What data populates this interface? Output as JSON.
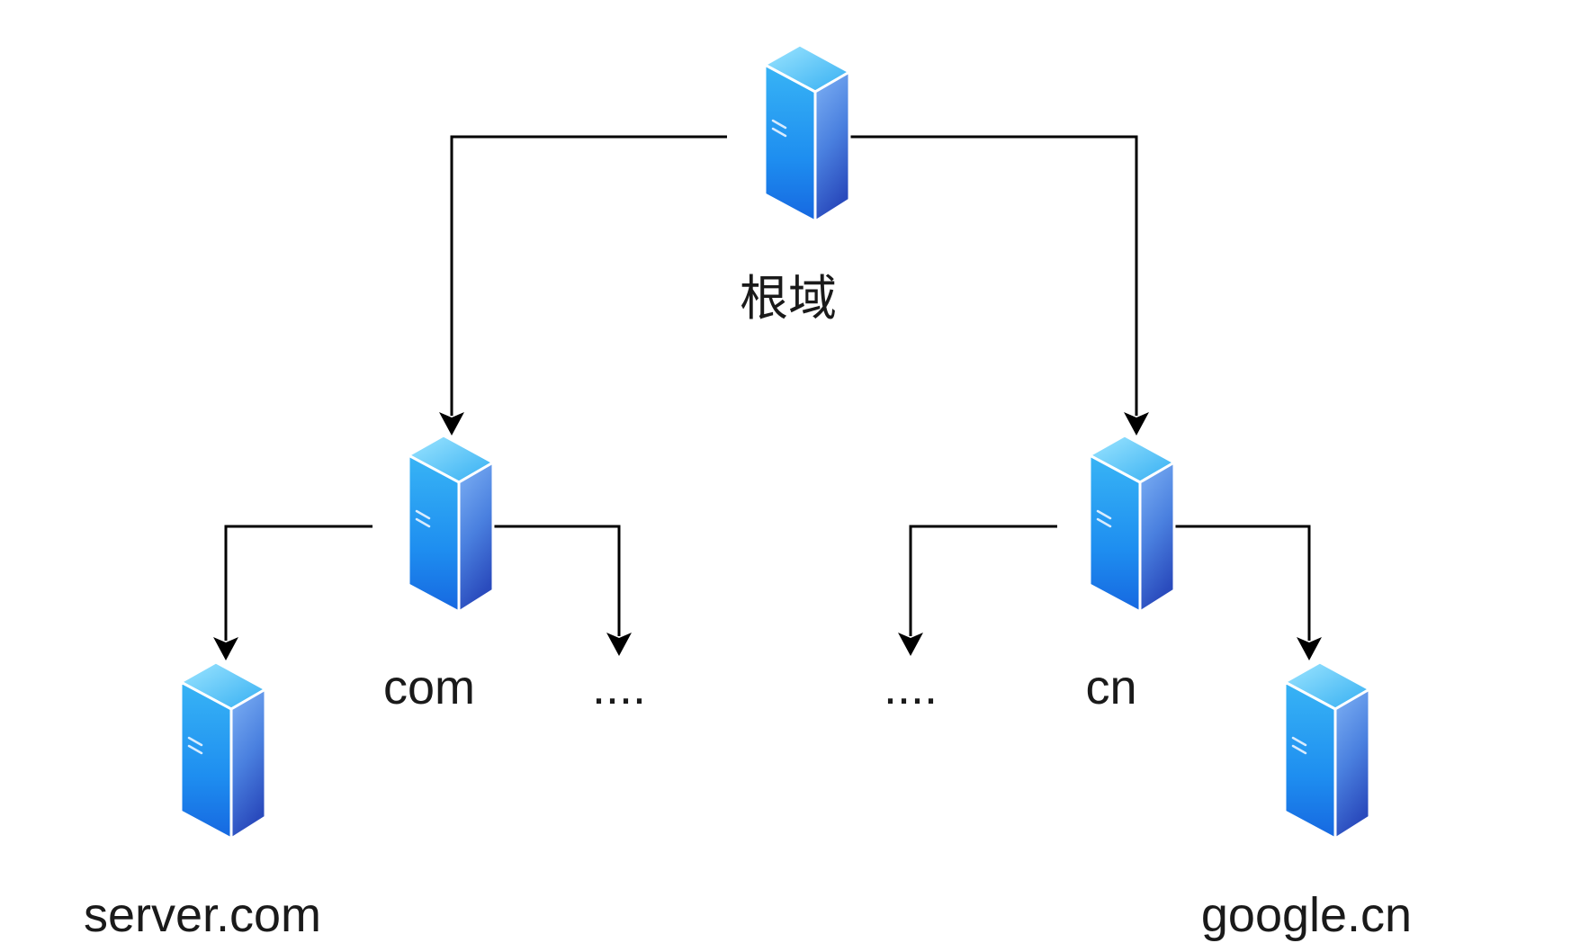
{
  "diagram": {
    "nodes": [
      {
        "id": "root",
        "label": "根域",
        "icon": "server-icon"
      },
      {
        "id": "com",
        "label": "com",
        "icon": "server-icon"
      },
      {
        "id": "cn",
        "label": "cn",
        "icon": "server-icon"
      },
      {
        "id": "com-more",
        "label": "...."
      },
      {
        "id": "cn-more",
        "label": "...."
      },
      {
        "id": "server-com",
        "label": "server.com",
        "icon": "server-icon"
      },
      {
        "id": "google-cn",
        "label": "google.cn",
        "icon": "server-icon"
      }
    ],
    "edges": [
      {
        "from": "root",
        "to": "com"
      },
      {
        "from": "root",
        "to": "cn"
      },
      {
        "from": "com",
        "to": "server-com"
      },
      {
        "from": "com",
        "to": "com-more"
      },
      {
        "from": "cn",
        "to": "cn-more"
      },
      {
        "from": "cn",
        "to": "google-cn"
      }
    ],
    "colors": {
      "server_top": "#5cc8f5",
      "server_front": "#3f7fe0",
      "server_side": "#2447b8",
      "edge": "#000000",
      "label": "#1a1a1a"
    }
  }
}
